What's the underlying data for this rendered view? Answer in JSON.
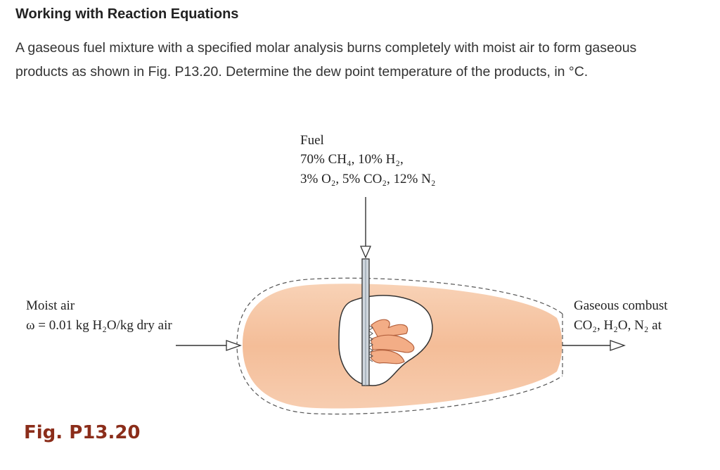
{
  "heading": "Working with Reaction Equations",
  "problem_text": "A gaseous fuel mixture with a specified molar analysis burns completely with moist air to form gaseous products as shown in Fig. P13.20. Determine the dew point temperature of the products, in °C.",
  "figure": {
    "fuel_label": "Fuel",
    "fuel_line1": "70% CH₄, 10% H₂,",
    "fuel_line2": "3% O₂, 5% CO₂, 12% N₂",
    "air_label": "Moist air",
    "air_spec": "ω = 0.01 kg H₂O/kg dry air",
    "products_label": "Gaseous combust",
    "products_spec": "CO₂, H₂O, N₂ at",
    "caption": "Fig. P13.20"
  },
  "colors": {
    "chamber_fill": "#f6c4a2",
    "flame_fill": "#f3ad86",
    "caption": "#8b2d1a"
  }
}
